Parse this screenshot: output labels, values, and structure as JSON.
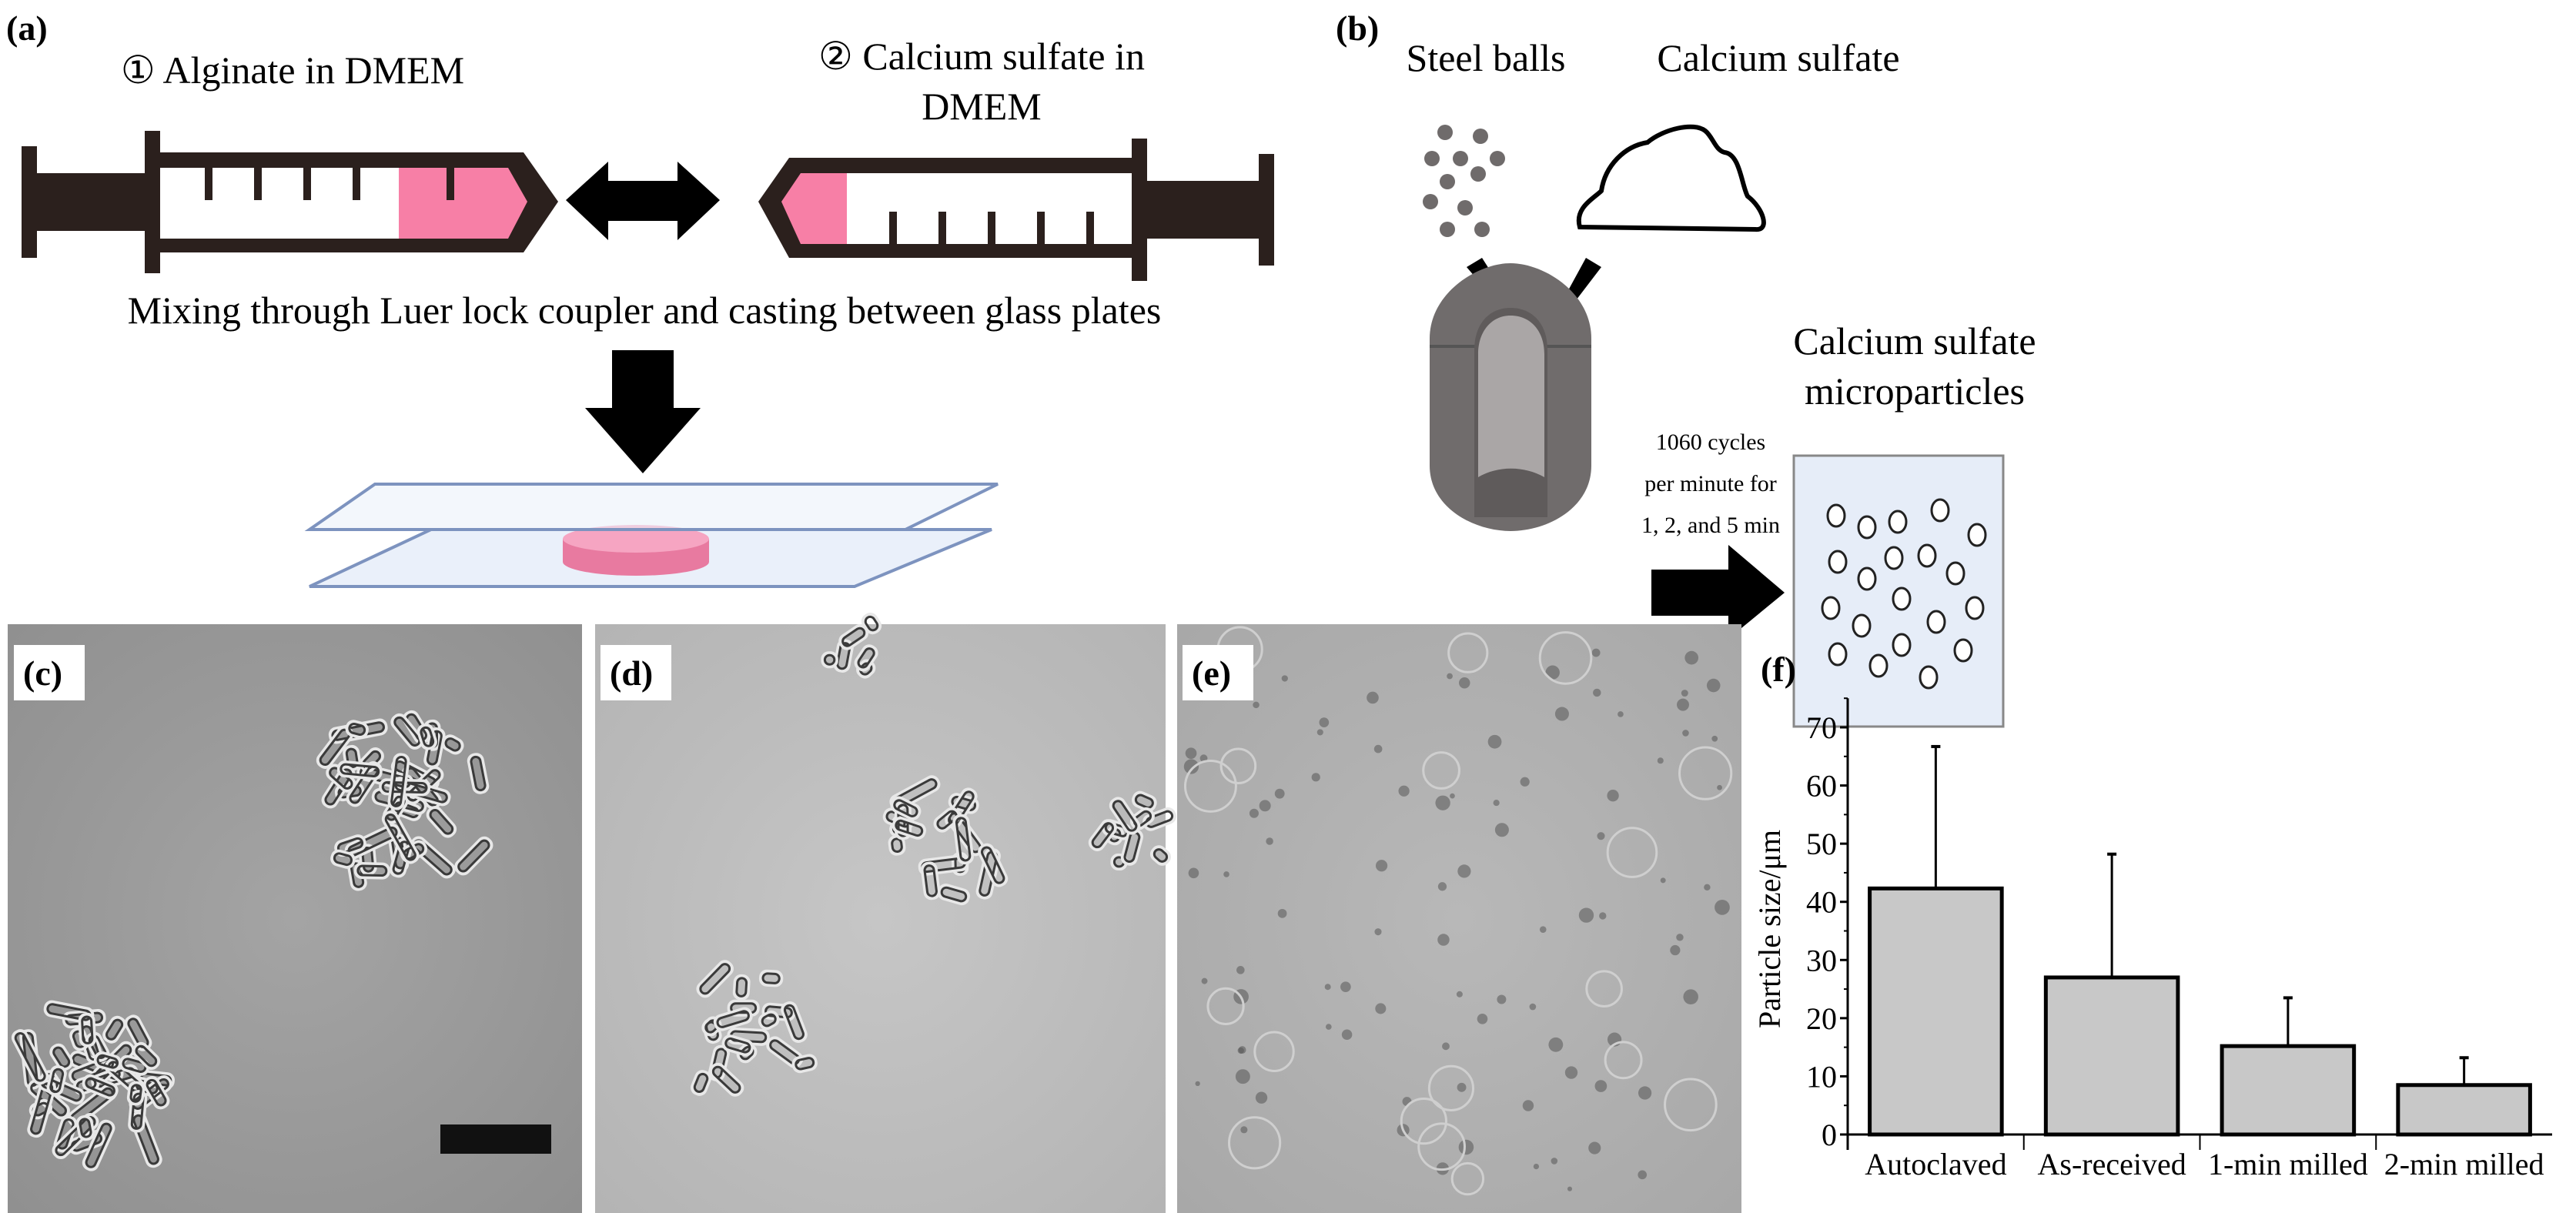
{
  "panel_a": {
    "label": "(a)",
    "syringe1_label": "① Alginate in DMEM",
    "syringe2_label_line1": "② Calcium sulfate in",
    "syringe2_label_line2": "DMEM",
    "caption": "Mixing through Luer lock coupler and casting between glass plates",
    "colors": {
      "syringe": "#2b201d",
      "gel": "#f77fa6",
      "glass": "#eaf0fa",
      "glass_edge": "#7d93bf"
    }
  },
  "panel_b": {
    "label": "(b)",
    "steel_balls_label": "Steel balls",
    "calcium_sulfate_label": "Calcium sulfate",
    "process_line1": "1060 cycles",
    "process_line2": "per minute for",
    "process_line3": "1, 2, and 5 min",
    "product_line1": "Calcium sulfate",
    "product_line2": "microparticles",
    "colors": {
      "jar": "#706c6c",
      "jar_inner": "#aaa6a6",
      "box": "#e6edf8"
    }
  },
  "panel_c": {
    "label": "(c)"
  },
  "panel_d": {
    "label": "(d)"
  },
  "panel_e": {
    "label": "(e)"
  },
  "chart_data": {
    "panel_label": "(f)",
    "type": "bar",
    "categories": [
      "Autoclaved",
      "As-received",
      "1-min milled",
      "2-min milled"
    ],
    "values": [
      42.3,
      27.0,
      15.2,
      8.5
    ],
    "error_upper": [
      66.7,
      48.2,
      23.5,
      13.2
    ],
    "xlabel": "",
    "ylabel": "Particle size/μm",
    "ylim": [
      0,
      75
    ],
    "yticks": [
      0,
      10,
      20,
      30,
      40,
      50,
      60,
      70
    ],
    "grid": false,
    "bar_color": "#c8c8c8"
  }
}
